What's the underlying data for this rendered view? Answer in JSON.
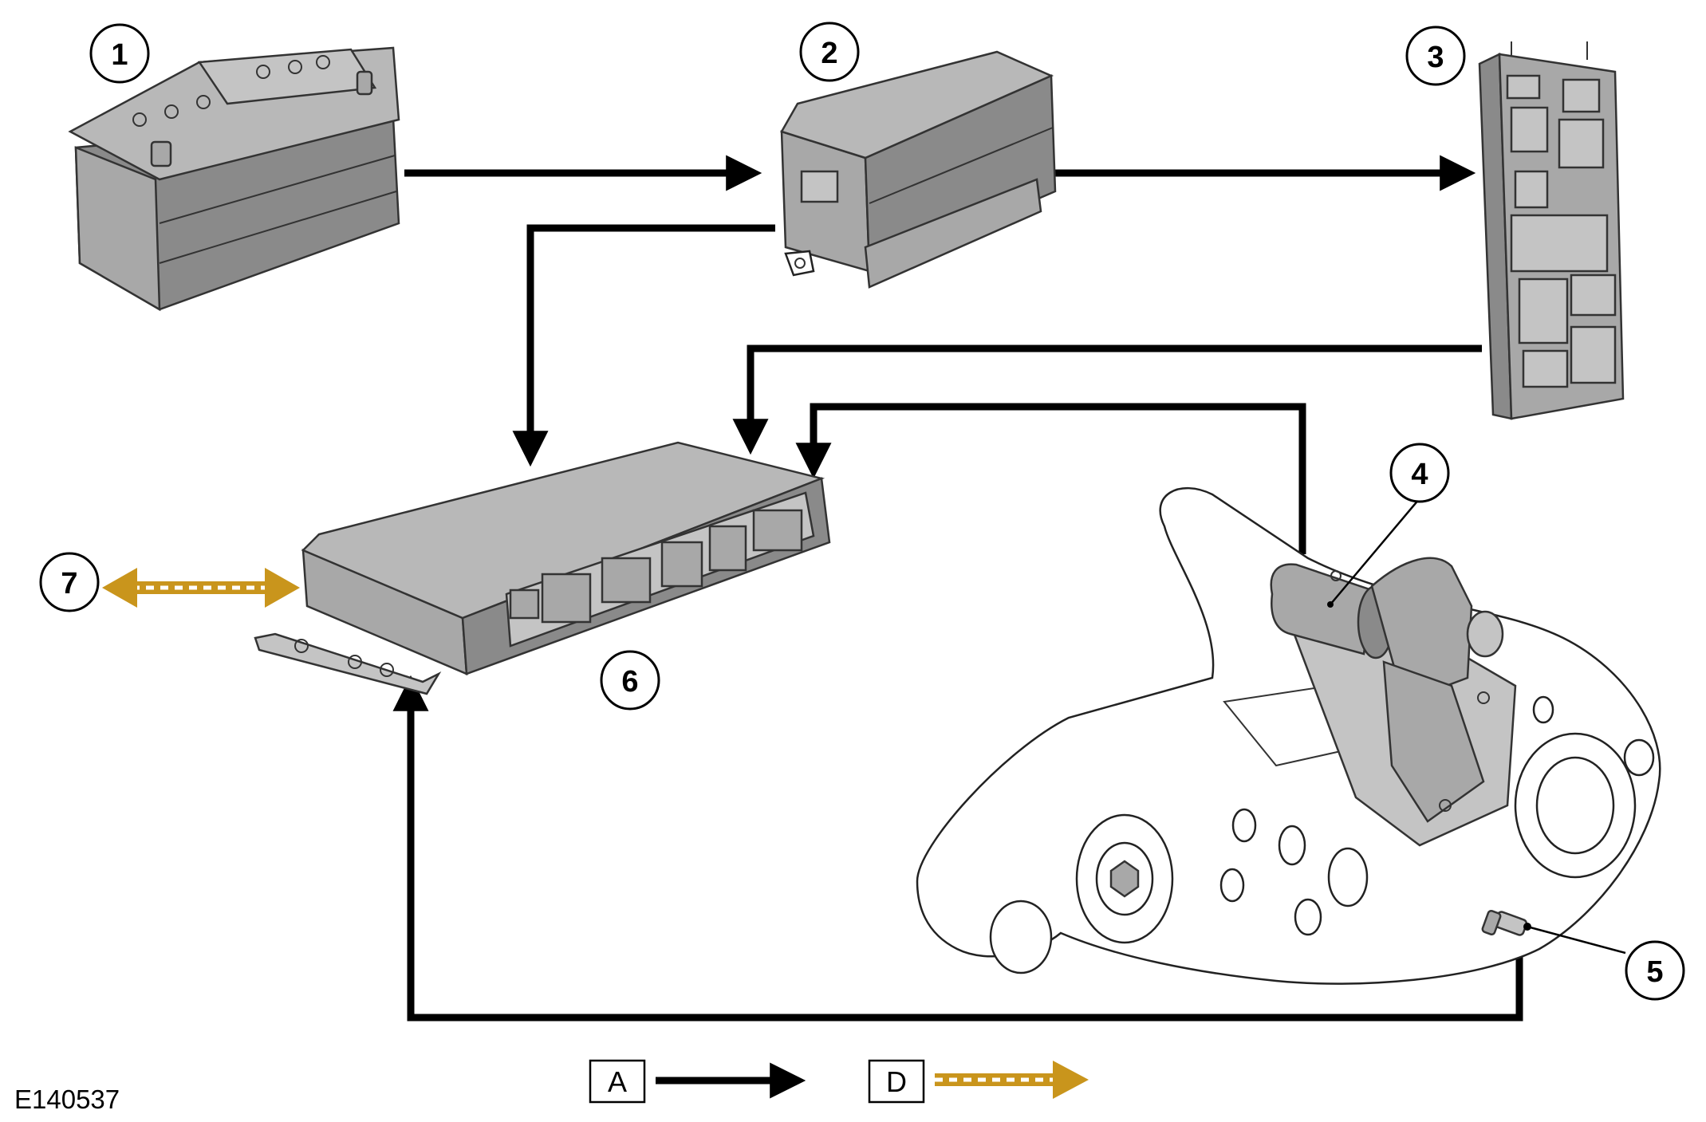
{
  "components": [
    {
      "id": "1",
      "label": "1",
      "icon": "battery-icon"
    },
    {
      "id": "2",
      "label": "2",
      "icon": "fuse-box-icon"
    },
    {
      "id": "3",
      "label": "3",
      "icon": "junction-box-icon"
    },
    {
      "id": "4",
      "label": "4",
      "icon": "actuator-motor-icon"
    },
    {
      "id": "5",
      "label": "5",
      "icon": "sensor-icon"
    },
    {
      "id": "6",
      "label": "6",
      "icon": "control-module-icon"
    },
    {
      "id": "7",
      "label": "7",
      "icon": "network-icon"
    }
  ],
  "legend": {
    "hardwired_label": "A",
    "network_label": "D"
  },
  "reference": "E140537",
  "colors": {
    "hardwired": "#000000",
    "network_primary": "#c9951c",
    "network_secondary": "#ffffff"
  }
}
